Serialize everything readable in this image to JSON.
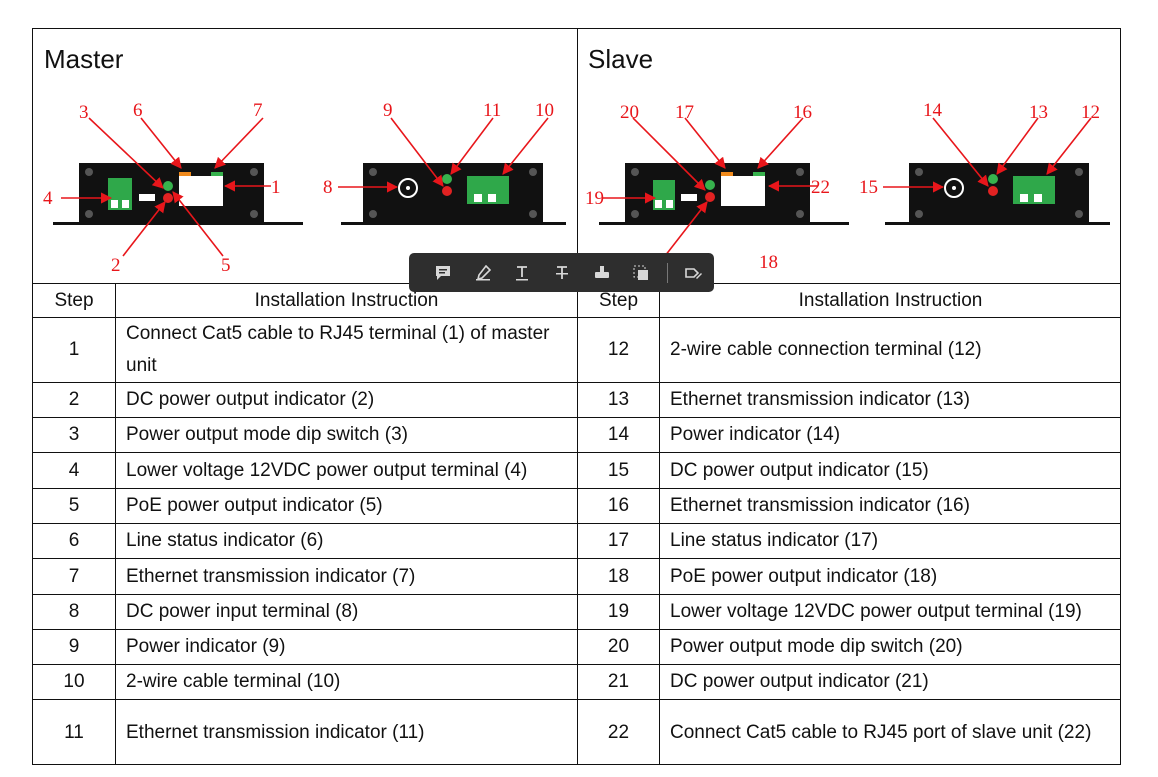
{
  "master": {
    "title": "Master",
    "callouts": [
      "3",
      "6",
      "7",
      "4",
      "1",
      "2",
      "5",
      "9",
      "11",
      "10",
      "8"
    ]
  },
  "slave": {
    "title": "Slave",
    "callouts": [
      "20",
      "17",
      "16",
      "19",
      "22",
      "18",
      "14",
      "13",
      "12",
      "15"
    ]
  },
  "table": {
    "header_step": "Step",
    "header_instruction": "Installation Instruction",
    "left": [
      {
        "step": "1",
        "text": "Connect Cat5 cable to RJ45 terminal (1) of master unit"
      },
      {
        "step": "2",
        "text": "DC power output indicator (2)"
      },
      {
        "step": "3",
        "text": "Power output mode dip switch (3)"
      },
      {
        "step": "4",
        "text": "Lower voltage 12VDC power output terminal (4)"
      },
      {
        "step": "5",
        "text": "PoE power output indicator (5)"
      },
      {
        "step": "6",
        "text": "Line status indicator (6)"
      },
      {
        "step": "7",
        "text": "Ethernet transmission indicator (7)"
      },
      {
        "step": "8",
        "text": "DC power input terminal (8)"
      },
      {
        "step": "9",
        "text": "Power indicator (9)"
      },
      {
        "step": "10",
        "text": "2-wire cable terminal (10)"
      },
      {
        "step": "11",
        "text": "Ethernet transmission indicator (11)"
      }
    ],
    "right": [
      {
        "step": "12",
        "text": "2-wire cable connection terminal (12)"
      },
      {
        "step": "13",
        "text": "Ethernet transmission indicator (13)"
      },
      {
        "step": "14",
        "text": "Power indicator (14)"
      },
      {
        "step": "15",
        "text": "DC power output indicator (15)"
      },
      {
        "step": "16",
        "text": "Ethernet transmission indicator (16)"
      },
      {
        "step": "17",
        "text": "Line status indicator (17)"
      },
      {
        "step": "18",
        "text": "PoE power output indicator (18)"
      },
      {
        "step": "19",
        "text": "Lower voltage 12VDC power output terminal (19)"
      },
      {
        "step": "20",
        "text": "Power output mode dip switch (20)"
      },
      {
        "step": "21",
        "text": "DC power output indicator (21)"
      },
      {
        "step": "22",
        "text": "Connect Cat5 cable to RJ45 port of slave unit (22)"
      }
    ]
  },
  "toolbar": {
    "items": [
      "comment-icon",
      "highlighter-icon",
      "text-underline-icon",
      "text-strikethrough-icon",
      "stamp-icon",
      "area-select-icon",
      "edit-tag-icon"
    ]
  },
  "colors": {
    "callout": "#e8161b",
    "device": "#111111",
    "terminal": "#2fa84a",
    "led_red": "#e22222",
    "led_green": "#37b24d",
    "led_orange": "#f08a1c"
  }
}
